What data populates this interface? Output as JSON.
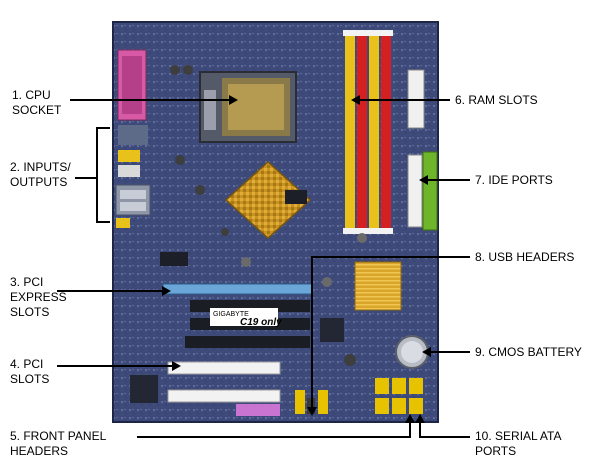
{
  "labels": {
    "cpu_socket": "1. CPU\nSOCKET",
    "inputs_outputs": "2. INPUTS/\nOUTPUTS",
    "pci_express_slots": "3. PCI\nEXPRESS\nSLOTS",
    "pci_slots": "4. PCI\nSLOTS",
    "front_panel_headers": "5. FRONT PANEL\nHEADERS",
    "ram_slots": "6. RAM SLOTS",
    "ide_ports": "7. IDE PORTS",
    "usb_headers": "8. USB HEADERS",
    "cmos_battery": "9. CMOS BATTERY",
    "serial_ata_ports": "10. SERIAL ATA\nPORTS"
  },
  "board": {
    "brand_text": "GIGABYTE",
    "model_text": "C19 only"
  },
  "colors": {
    "pcb": "#3d4a7a",
    "ram_red": "#d42020",
    "ram_yellow": "#e8c21a",
    "ide_green": "#6fb52c",
    "pci_express_blue": "#6aa7d8",
    "pci_white": "#f2f2f2",
    "heatsink_gold": "#c9931f",
    "sata_yellow": "#e6c200",
    "parallel_port_pink": "#d85aa6",
    "line": "#000000"
  }
}
